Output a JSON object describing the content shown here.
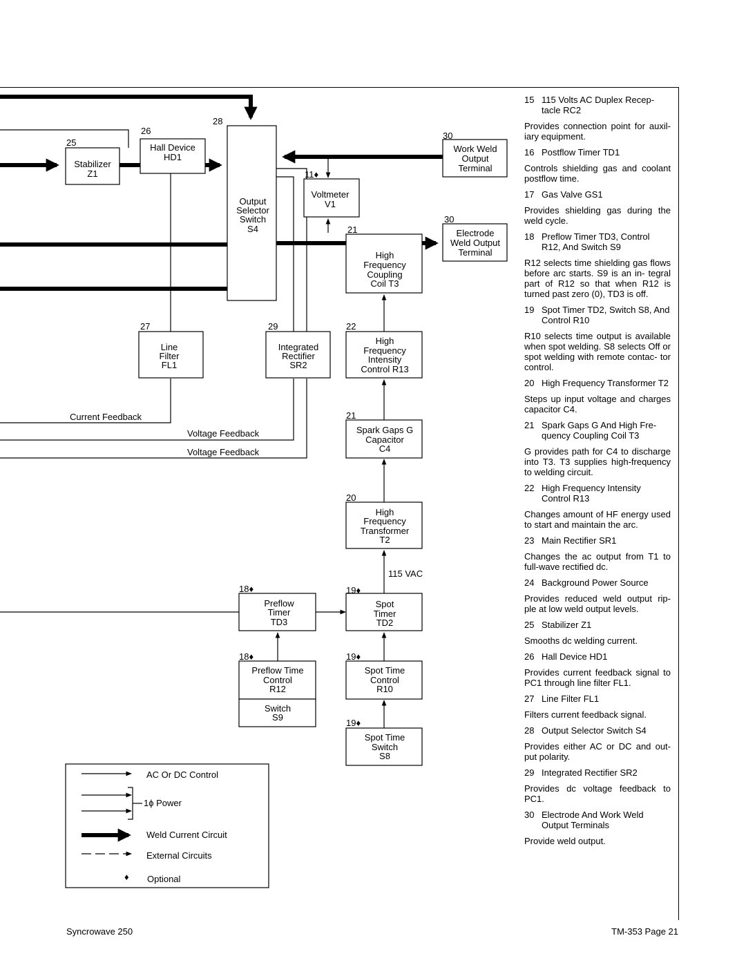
{
  "blocks": {
    "stabilizer": {
      "num": "25",
      "lines": [
        "Stabilizer",
        "Z1"
      ]
    },
    "hall": {
      "num": "26",
      "lines": [
        "Hall Device",
        "HD1"
      ]
    },
    "selector": {
      "num": "28",
      "lines": [
        "Output",
        "Selector",
        "Switch",
        "S4"
      ]
    },
    "work": {
      "num": "30",
      "lines": [
        "Work Weld",
        "Output",
        "Terminal"
      ]
    },
    "voltmeter": {
      "num": "11",
      "lines": [
        "Voltmeter",
        "V1"
      ]
    },
    "electrode": {
      "num": "30",
      "lines": [
        "Electrode",
        "Weld Output",
        "Terminal"
      ]
    },
    "coupling": {
      "num": "21",
      "lines": [
        "High",
        "Frequency",
        "Coupling",
        "Coil T3"
      ]
    },
    "linefilter": {
      "num": "27",
      "lines": [
        "Line",
        "Filter",
        "FL1"
      ]
    },
    "rectifier": {
      "num": "29",
      "lines": [
        "Integrated",
        "Rectifier",
        "SR2"
      ]
    },
    "intensity": {
      "num": "22",
      "lines": [
        "High",
        "Frequency",
        "Intensity",
        "Control R13"
      ]
    },
    "sparkgap": {
      "num": "21",
      "lines": [
        "Spark Gaps G",
        "Capacitor",
        "C4"
      ]
    },
    "transformer": {
      "num": "20",
      "lines": [
        "High",
        "Frequency",
        "Transformer",
        "T2"
      ]
    },
    "preflow": {
      "num": "18",
      "lines": [
        "Preflow",
        "Timer",
        "TD3"
      ]
    },
    "spot": {
      "num": "19",
      "lines": [
        "Spot",
        "Timer",
        "TD2"
      ]
    },
    "preflowctl": {
      "num": "18",
      "lines": [
        "Preflow Time",
        "Control",
        "R12"
      ]
    },
    "switch9": {
      "lines": [
        "Switch",
        "S9"
      ]
    },
    "spotctl": {
      "num": "19",
      "lines": [
        "Spot Time",
        "Control",
        "R10"
      ]
    },
    "spotsw": {
      "num": "19",
      "lines": [
        "Spot Time",
        "Switch",
        "S8"
      ]
    }
  },
  "signals": {
    "current_feedback": "Current Feedback",
    "voltage_feedback_1": "Voltage Feedback",
    "voltage_feedback_2": "Voltage Feedback",
    "vac": "115 VAC"
  },
  "legend": {
    "control": "AC Or DC Control",
    "power_symbol": "1ϕ",
    "power": "Power",
    "weld": "Weld Current Circuit",
    "external": "External Circuits",
    "optional": "Optional",
    "optional_symbol": "♦"
  },
  "descriptions": [
    {
      "num": "15",
      "title": "115 Volts AC Duplex Recep- tacle RC2",
      "body": "Provides connection point for auxil- iary equipment."
    },
    {
      "num": "16",
      "title": "Postflow Timer TD1",
      "body": "Controls shielding gas and coolant postflow time."
    },
    {
      "num": "17",
      "title": "Gas Valve GS1",
      "body": "Provides shielding gas during the weld cycle."
    },
    {
      "num": "18",
      "title": "Preflow Timer TD3, Control R12, And Switch S9",
      "body": "R12 selects time shielding gas flows before arc starts. S9 is an in- tegral part of R12 so that when R12 is turned past zero (0), TD3 is off."
    },
    {
      "num": "19",
      "title": "Spot Timer TD2, Switch S8, And Control R10",
      "body": "R10 selects time output is available when spot welding. S8 selects Off or spot welding with remote contac- tor control."
    },
    {
      "num": "20",
      "title": "High Frequency Transformer T2",
      "body": "Steps up input voltage and charges capacitor C4."
    },
    {
      "num": "21",
      "title": "Spark Gaps G And High Fre- quency Coupling Coil T3",
      "body": "G provides path for C4 to discharge into T3. T3 supplies high-frequency to welding circuit."
    },
    {
      "num": "22",
      "title": "High Frequency Intensity Control R13",
      "body": "Changes amount of HF energy used to start and maintain the arc."
    },
    {
      "num": "23",
      "title": "Main Rectifier SR1",
      "body": "Changes the ac output from T1 to full-wave rectified dc."
    },
    {
      "num": "24",
      "title": "Background Power Source",
      "body": "Provides reduced weld output rip- ple at low weld output levels."
    },
    {
      "num": "25",
      "title": "Stabilizer Z1",
      "body": "Smooths dc welding current."
    },
    {
      "num": "26",
      "title": "Hall Device HD1",
      "body": "Provides current feedback signal to PC1 through line filter FL1."
    },
    {
      "num": "27",
      "title": "Line Filter FL1",
      "body": "Filters current feedback signal."
    },
    {
      "num": "28",
      "title": "Output Selector Switch S4",
      "body": "Provides either AC or DC and out- put polarity."
    },
    {
      "num": "29",
      "title": "Integrated Rectifier SR2",
      "body": "Provides dc voltage feedback to PC1."
    },
    {
      "num": "30",
      "title": "Electrode And Work Weld Output Terminals",
      "body": "Provide weld output."
    }
  ],
  "footer": {
    "left": "Syncrowave 250",
    "right": "TM-353 Page 21"
  }
}
